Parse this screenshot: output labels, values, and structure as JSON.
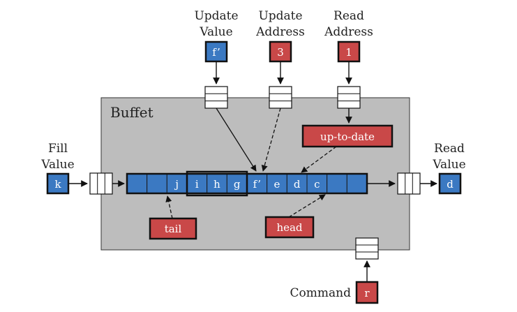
{
  "colors": {
    "blue": "#3b79c2",
    "red": "#c94848",
    "gray": "#bdbdbd",
    "stroke": "#111111"
  },
  "diagram": {
    "title": "Buffet",
    "update_value_label_1": "Update",
    "update_value_label_2": "Value",
    "update_value": "f’",
    "update_address_label_1": "Update",
    "update_address_label_2": "Address",
    "update_address": "3",
    "read_address_label_1": "Read",
    "read_address_label_2": "Address",
    "read_address": "1",
    "up_to_date": "up-to-date",
    "fill_value_label_1": "Fill",
    "fill_value_label_2": "Value",
    "fill_value": "k",
    "read_value_label_1": "Read",
    "read_value_label_2": "Value",
    "read_value": "d",
    "tail_label": "tail",
    "head_label": "head",
    "command_label": "Command",
    "command_value": "r",
    "buffer_cells": [
      "",
      "",
      "j",
      "i",
      "h",
      "g",
      "f’",
      "e",
      "d",
      "c",
      "",
      ""
    ]
  }
}
